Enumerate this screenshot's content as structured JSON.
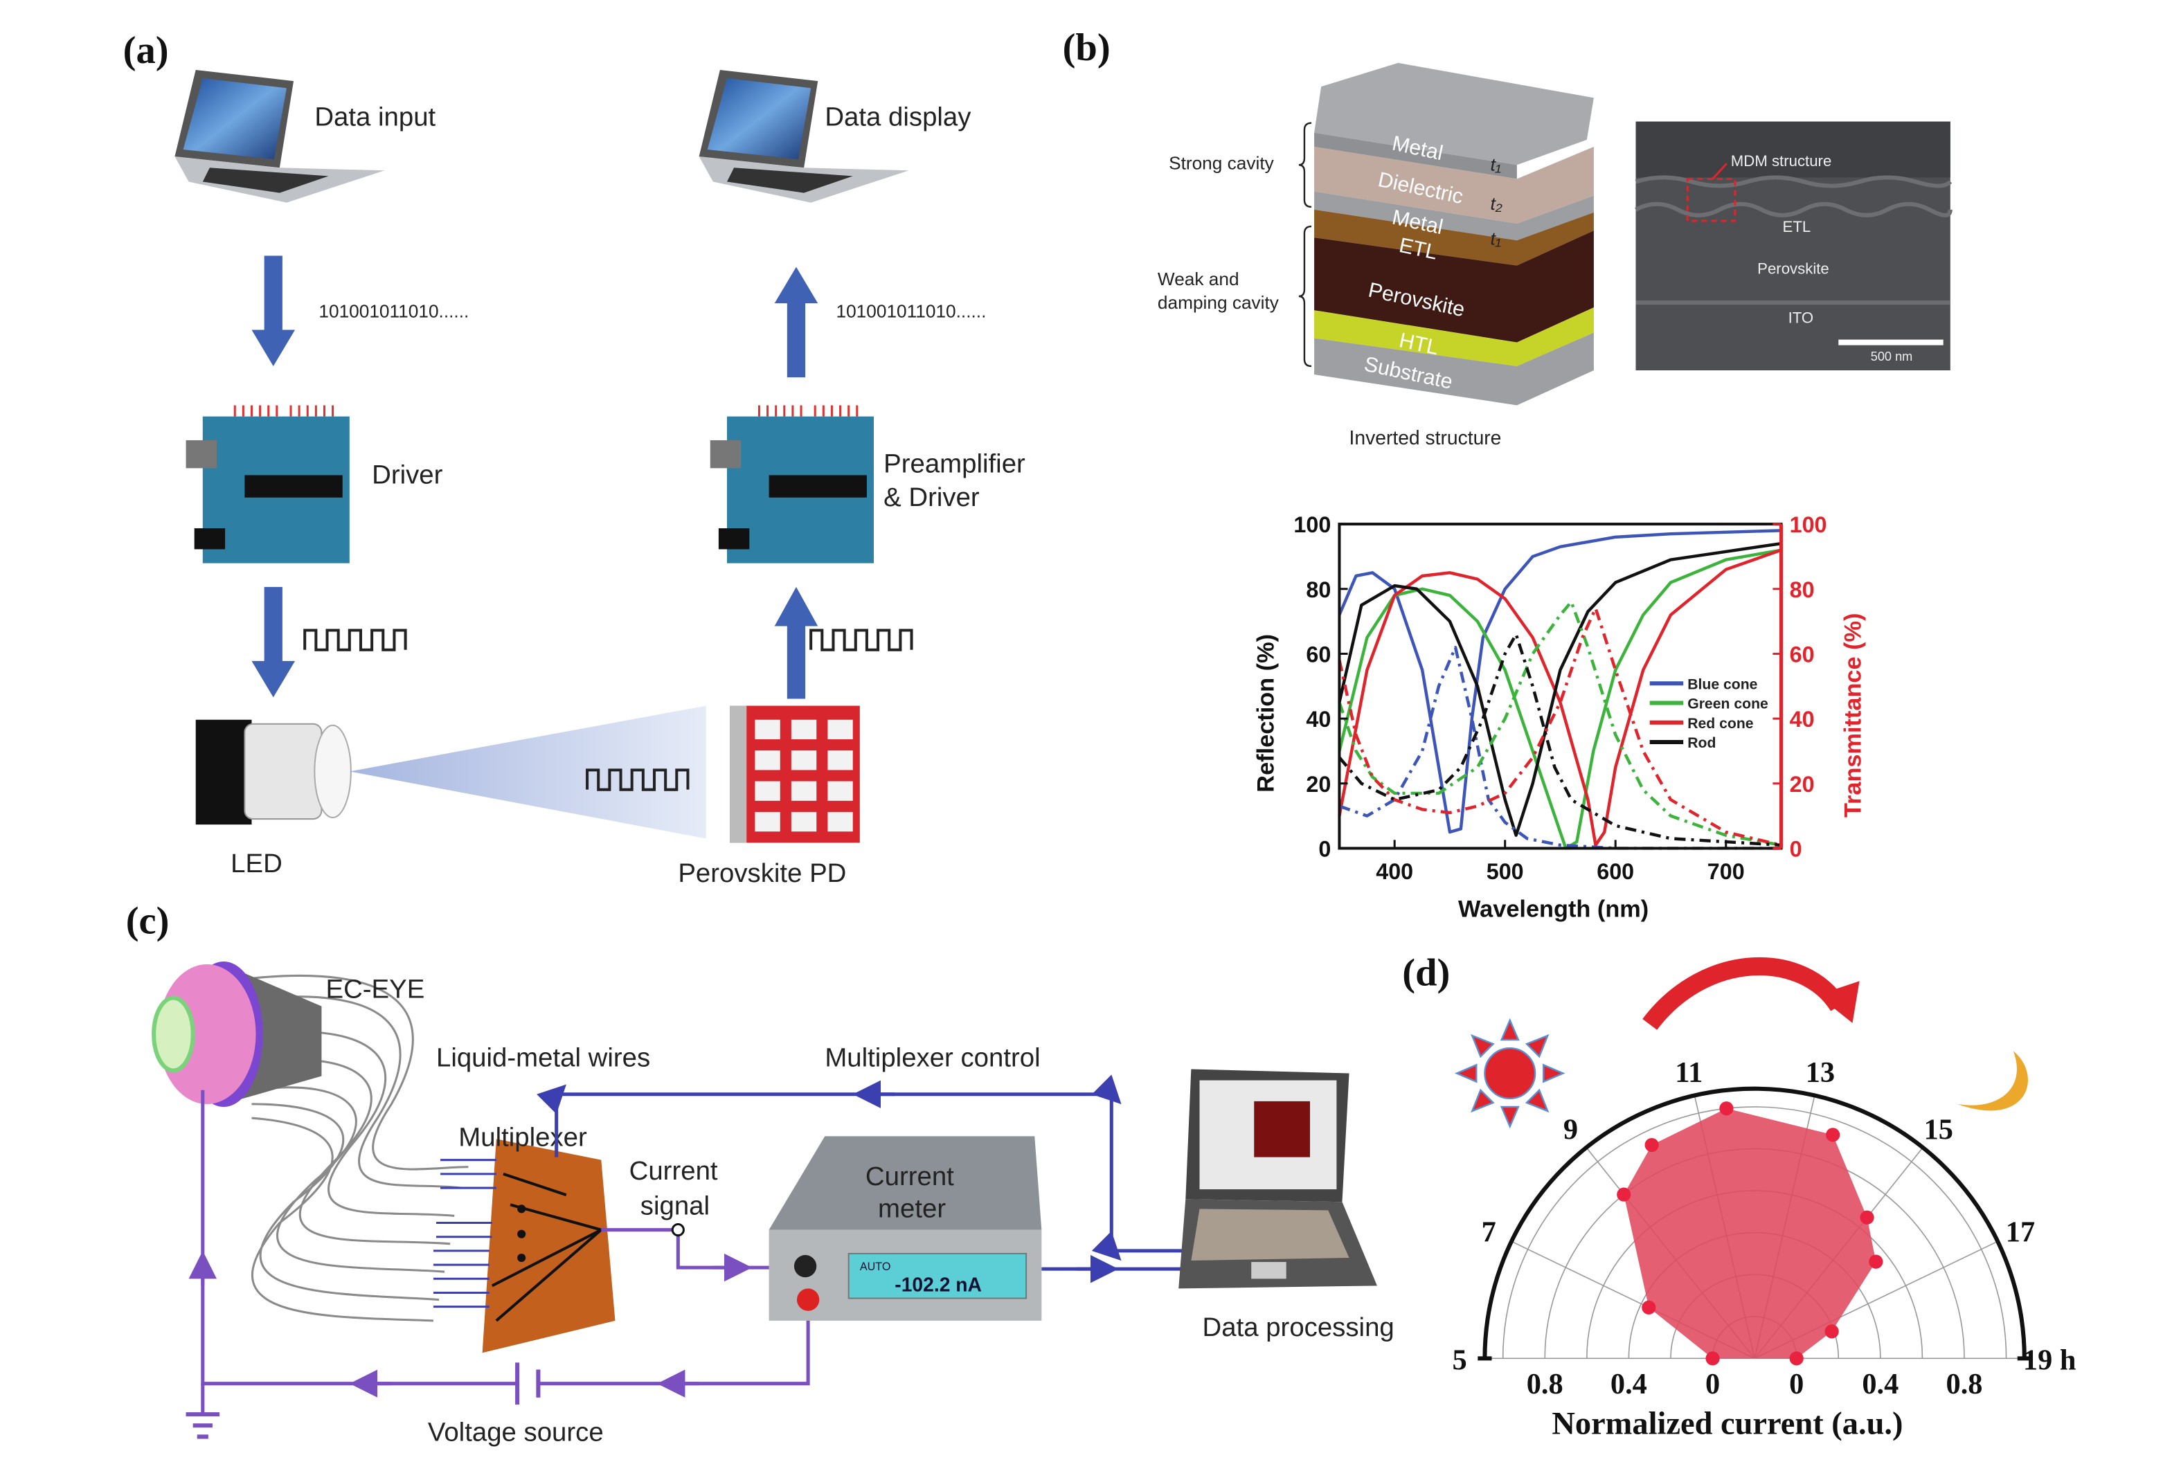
{
  "panel_a": {
    "label": "(a)",
    "data_input": "Data input",
    "data_display": "Data display",
    "bits_down": "101001011010......",
    "bits_up": "101001011010......",
    "driver": "Driver",
    "preamp_line1": "Preamplifier",
    "preamp_line2": "& Driver",
    "led": "LED",
    "pd": "Perovskite PD",
    "arrow_color": "#3f62b5"
  },
  "panel_b": {
    "label": "(b)",
    "strong_cavity": "Strong cavity",
    "weak_line1": "Weak and",
    "weak_line2": "damping cavity",
    "layers": [
      "Metal",
      "Dielectric",
      "Metal",
      "ETL",
      "Perovskite",
      "HTL",
      "Substrate"
    ],
    "thickness": [
      "t₁",
      "t₂",
      "t₁"
    ],
    "caption": "Inverted structure",
    "sem": {
      "mdm": "MDM structure",
      "etl": "ETL",
      "perovskite": "Perovskite",
      "ito": "ITO",
      "scale": "500 nm"
    }
  },
  "panel_c": {
    "label": "(c)",
    "ec_eye": "EC-EYE",
    "wires": "Liquid-metal wires",
    "mux_control": "Multiplexer control",
    "multiplexer": "Multiplexer",
    "current_line1": "Current",
    "current_line2": "signal",
    "meter_line1": "Current",
    "meter_line2": "meter",
    "meter_mode": "AUTO",
    "meter_reading": "-102.2 nA",
    "data_processing": "Data processing",
    "voltage_source": "Voltage source",
    "wire_color": "#7a4fc0",
    "control_color": "#3b3fb0"
  },
  "panel_d": {
    "label": "(d)"
  },
  "chart_data": [
    {
      "type": "line",
      "xlabel": "Wavelength (nm)",
      "ylabel": "Reflection (%)",
      "y2label": "Transmittance (%)",
      "xlim": [
        350,
        750
      ],
      "ylim": [
        0,
        100
      ],
      "y2lim": [
        0,
        100
      ],
      "xticks": [
        400,
        500,
        600,
        700
      ],
      "yticks": [
        0,
        20,
        40,
        60,
        80,
        100
      ],
      "y2ticks": [
        0,
        20,
        40,
        60,
        80,
        100
      ],
      "y2_color": "#e0242c",
      "legend": "center-right",
      "series": [
        {
          "name": "Blue cone",
          "color": "#3d55b8",
          "axis": "reflection",
          "style": "solid",
          "x": [
            350,
            365,
            380,
            400,
            425,
            440,
            450,
            460,
            470,
            480,
            500,
            525,
            550,
            600,
            650,
            750
          ],
          "y": [
            72,
            84,
            85,
            80,
            55,
            25,
            5,
            6,
            40,
            65,
            80,
            90,
            93,
            96,
            97,
            98
          ]
        },
        {
          "name": "Green cone",
          "color": "#3cb43c",
          "axis": "reflection",
          "style": "solid",
          "x": [
            350,
            375,
            400,
            425,
            450,
            475,
            500,
            525,
            550,
            555,
            565,
            580,
            600,
            625,
            650,
            700,
            750
          ],
          "y": [
            30,
            65,
            78,
            80,
            78,
            70,
            55,
            30,
            5,
            0,
            2,
            30,
            55,
            72,
            82,
            89,
            92
          ]
        },
        {
          "name": "Red cone",
          "color": "#e0242c",
          "axis": "reflection",
          "style": "solid",
          "x": [
            350,
            375,
            400,
            425,
            450,
            475,
            500,
            525,
            550,
            575,
            582,
            590,
            600,
            625,
            650,
            700,
            750
          ],
          "y": [
            10,
            55,
            78,
            84,
            85,
            83,
            77,
            65,
            45,
            15,
            1,
            5,
            25,
            55,
            72,
            86,
            92
          ]
        },
        {
          "name": "Rod",
          "color": "#111111",
          "axis": "reflection",
          "style": "solid",
          "x": [
            350,
            370,
            400,
            420,
            450,
            475,
            500,
            510,
            525,
            550,
            575,
            600,
            650,
            750
          ],
          "y": [
            45,
            75,
            81,
            80,
            70,
            50,
            15,
            4,
            20,
            55,
            73,
            82,
            89,
            94
          ]
        },
        {
          "color": "#3d55b8",
          "axis": "transmittance",
          "style": "dashdot",
          "x": [
            350,
            375,
            400,
            425,
            440,
            455,
            470,
            485,
            500,
            520,
            550,
            600,
            750
          ],
          "y": [
            13,
            10,
            15,
            30,
            50,
            62,
            40,
            15,
            8,
            3,
            1,
            0,
            0
          ]
        },
        {
          "color": "#3cb43c",
          "axis": "transmittance",
          "style": "dashdot",
          "x": [
            350,
            365,
            380,
            400,
            440,
            475,
            500,
            525,
            550,
            560,
            575,
            600,
            625,
            650,
            700,
            750
          ],
          "y": [
            45,
            30,
            22,
            17,
            17,
            25,
            40,
            60,
            72,
            76,
            62,
            35,
            18,
            10,
            4,
            1
          ]
        },
        {
          "color": "#e0242c",
          "axis": "transmittance",
          "style": "dashdot",
          "x": [
            350,
            365,
            380,
            400,
            425,
            450,
            475,
            500,
            525,
            550,
            570,
            582,
            600,
            625,
            650,
            700,
            750
          ],
          "y": [
            58,
            35,
            22,
            15,
            12,
            11,
            13,
            17,
            28,
            45,
            65,
            74,
            55,
            30,
            15,
            5,
            1
          ]
        },
        {
          "color": "#111111",
          "axis": "transmittance",
          "style": "dashdot",
          "x": [
            350,
            370,
            400,
            440,
            460,
            480,
            500,
            510,
            525,
            545,
            560,
            600,
            650,
            750
          ],
          "y": [
            28,
            20,
            15,
            18,
            25,
            40,
            60,
            66,
            50,
            25,
            15,
            7,
            3,
            1
          ]
        }
      ]
    },
    {
      "type": "polar-area",
      "xlabel": "Normalized current (a.u.)",
      "angular_ticks": [
        "5",
        "7",
        "9",
        "11",
        "13",
        "15",
        "17",
        "19 h"
      ],
      "angular_range_h": [
        5,
        19
      ],
      "radial_ticks": [
        "0.8",
        "0.4",
        "0",
        "0",
        "0.4",
        "0.8"
      ],
      "radial_range": [
        0,
        1.1
      ],
      "color": "#e0495f",
      "time_h": [
        5,
        7,
        9,
        10,
        11.5,
        13.5,
        15,
        16,
        17.5,
        19
      ],
      "current": [
        0.0,
        0.36,
        0.8,
        0.93,
        1.0,
        0.93,
        0.66,
        0.54,
        0.19,
        0.0
      ]
    }
  ]
}
